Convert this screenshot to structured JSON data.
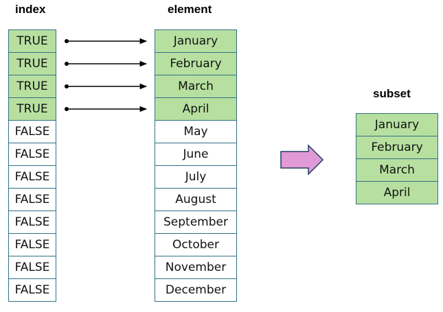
{
  "headings": {
    "index": "index",
    "element": "element",
    "subset": "subset"
  },
  "index_values": [
    "TRUE",
    "TRUE",
    "TRUE",
    "TRUE",
    "FALSE",
    "FALSE",
    "FALSE",
    "FALSE",
    "FALSE",
    "FALSE",
    "FALSE",
    "FALSE"
  ],
  "elements": [
    "January",
    "February",
    "March",
    "April",
    "May",
    "June",
    "July",
    "August",
    "September",
    "October",
    "November",
    "December"
  ],
  "subset": [
    "January",
    "February",
    "March",
    "April"
  ],
  "colors": {
    "true_fill": "#b7e0a0",
    "cell_border": "#2f6f85",
    "big_arrow_fill": "#e29ad6",
    "big_arrow_stroke": "#1f3f5f"
  }
}
